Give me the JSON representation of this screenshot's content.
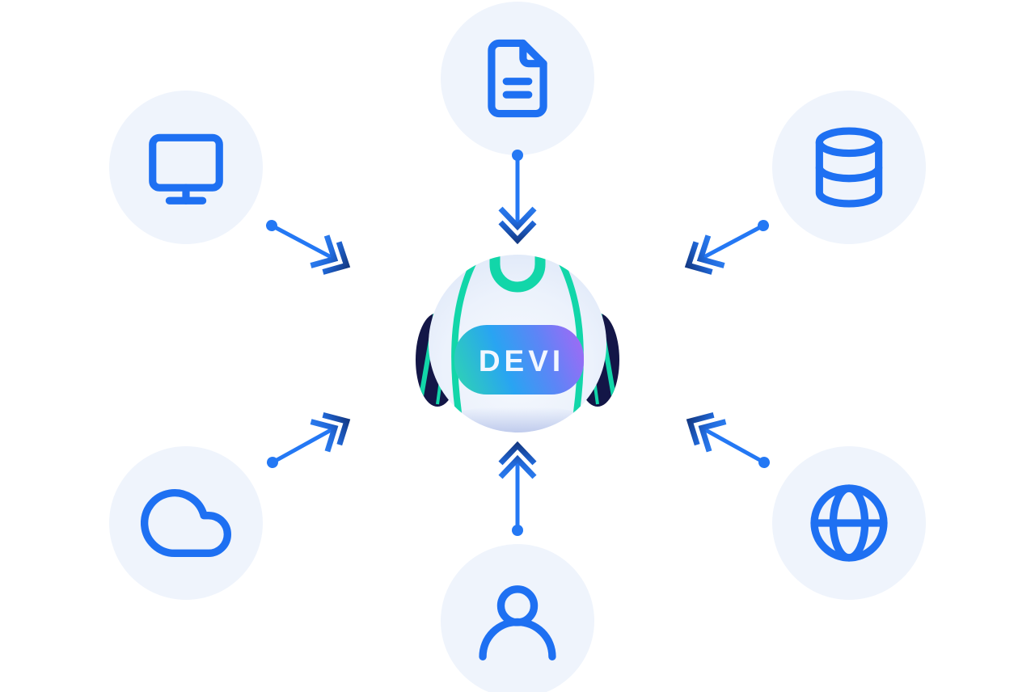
{
  "diagram": {
    "title": "Data sources feeding into DEVI assistant",
    "center": {
      "id": "devi-bot",
      "label": "DEVI",
      "visor_gradient": [
        "#2ed3b4",
        "#29a4f2",
        "#a468f5"
      ],
      "accent_teal": "#12d6a9",
      "ear_color": "#131647",
      "head_color_center": "#f6f9fe",
      "head_color_edge": "#dce6f7",
      "chin_shadow_color": "#b6c3e9"
    },
    "colors": {
      "icon_blue": "#1e70f2",
      "bubble_background": "#eff4fc",
      "arrow_blue": "#2478f4",
      "arrow_tip_dark": "#143a85",
      "page_background": "#ffffff"
    },
    "sources": [
      {
        "id": "document",
        "icon": "document-icon",
        "position": "top",
        "arrow_direction": "down"
      },
      {
        "id": "monitor",
        "icon": "monitor-icon",
        "position": "top-left",
        "arrow_direction": "down-right"
      },
      {
        "id": "database",
        "icon": "database-icon",
        "position": "top-right",
        "arrow_direction": "down-left"
      },
      {
        "id": "cloud",
        "icon": "cloud-icon",
        "position": "bottom-left",
        "arrow_direction": "up-right"
      },
      {
        "id": "user",
        "icon": "user-icon",
        "position": "bottom",
        "arrow_direction": "up"
      },
      {
        "id": "globe",
        "icon": "globe-icon",
        "position": "bottom-right",
        "arrow_direction": "up-left"
      }
    ]
  }
}
